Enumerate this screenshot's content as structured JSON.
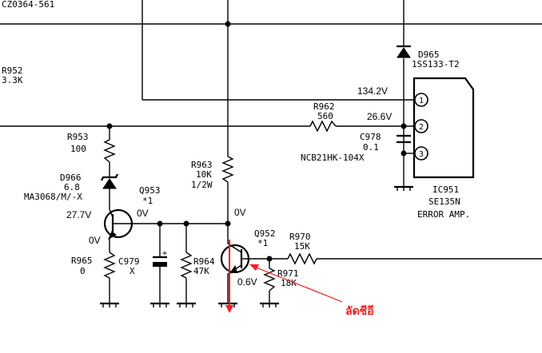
{
  "header_part": "CZ0364-561",
  "colors": {
    "wire": "#000000",
    "annotation": "#ff1a1a"
  },
  "components": {
    "r952": {
      "ref": "R952",
      "value": "3.3K"
    },
    "r953": {
      "ref": "R953",
      "value": "100"
    },
    "d966": {
      "ref": "D966",
      "value": "6.8",
      "part": "MA3068/M/-X"
    },
    "q953": {
      "ref": "Q953",
      "note": "*1"
    },
    "r965": {
      "ref": "R965",
      "value": "0"
    },
    "c979": {
      "ref": "C979",
      "value": "X"
    },
    "r964": {
      "ref": "R964",
      "value": "47K"
    },
    "r963": {
      "ref": "R963",
      "value": "10K",
      "rating": "1/2W"
    },
    "q952": {
      "ref": "Q952",
      "note": "*1"
    },
    "r970": {
      "ref": "R970",
      "value": "15K"
    },
    "r971": {
      "ref": "R971",
      "value": "18K"
    },
    "r962": {
      "ref": "R962",
      "value": "560"
    },
    "c978": {
      "ref": "C978",
      "value": "0.1",
      "part": "NCB21HK-104X"
    },
    "d965": {
      "ref": "D965",
      "part": "1SS133-T2"
    },
    "ic951": {
      "ref": "IC951",
      "part": "SE135N",
      "function": "ERROR AMP.",
      "pins": [
        "1",
        "2",
        "3"
      ]
    }
  },
  "voltages": {
    "v_134": "134.2V",
    "v_26": "26.6V",
    "q953_emitter": "27.7V",
    "q953_base": "0V",
    "q953_collector": "0V",
    "q952_collector": "0V",
    "q952_emitter": "0.6V"
  },
  "annotation": {
    "text": "ลัดชีอี"
  }
}
